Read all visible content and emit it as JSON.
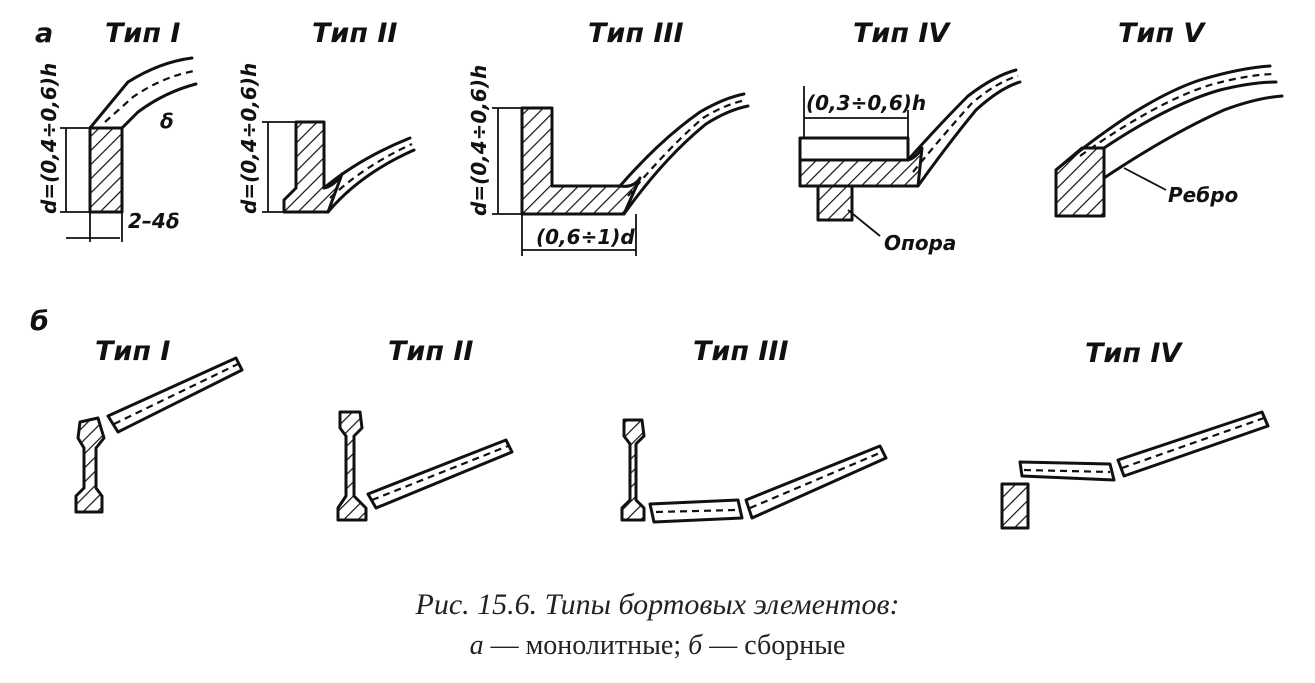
{
  "figure": {
    "part_a": {
      "marker": "а",
      "types": [
        {
          "title": "Тип I",
          "dim_height": "d=(0,4÷0,6)h",
          "dim_bottom": "2–4δ",
          "dim_thickness": "δ"
        },
        {
          "title": "Тип II",
          "dim_height": "d=(0,4÷0,6)h"
        },
        {
          "title": "Тип III",
          "dim_height": "d=(0,4÷0,6)h",
          "dim_bottom": "(0,6÷1)d"
        },
        {
          "title": "Тип IV",
          "dim_top": "(0,3÷0,6)h",
          "callout": "Опора"
        },
        {
          "title": "Тип V",
          "callout": "Ребро"
        }
      ]
    },
    "part_b": {
      "marker": "б",
      "types": [
        {
          "title": "Тип I"
        },
        {
          "title": "Тип II"
        },
        {
          "title": "Тип III"
        },
        {
          "title": "Тип IV"
        }
      ]
    }
  },
  "caption": {
    "line1": "Рис. 15.6. Типы бортовых элементов:",
    "a_mark": "а",
    "a_text": " — монолитные; ",
    "b_mark": "б",
    "b_text": " — сборные"
  }
}
